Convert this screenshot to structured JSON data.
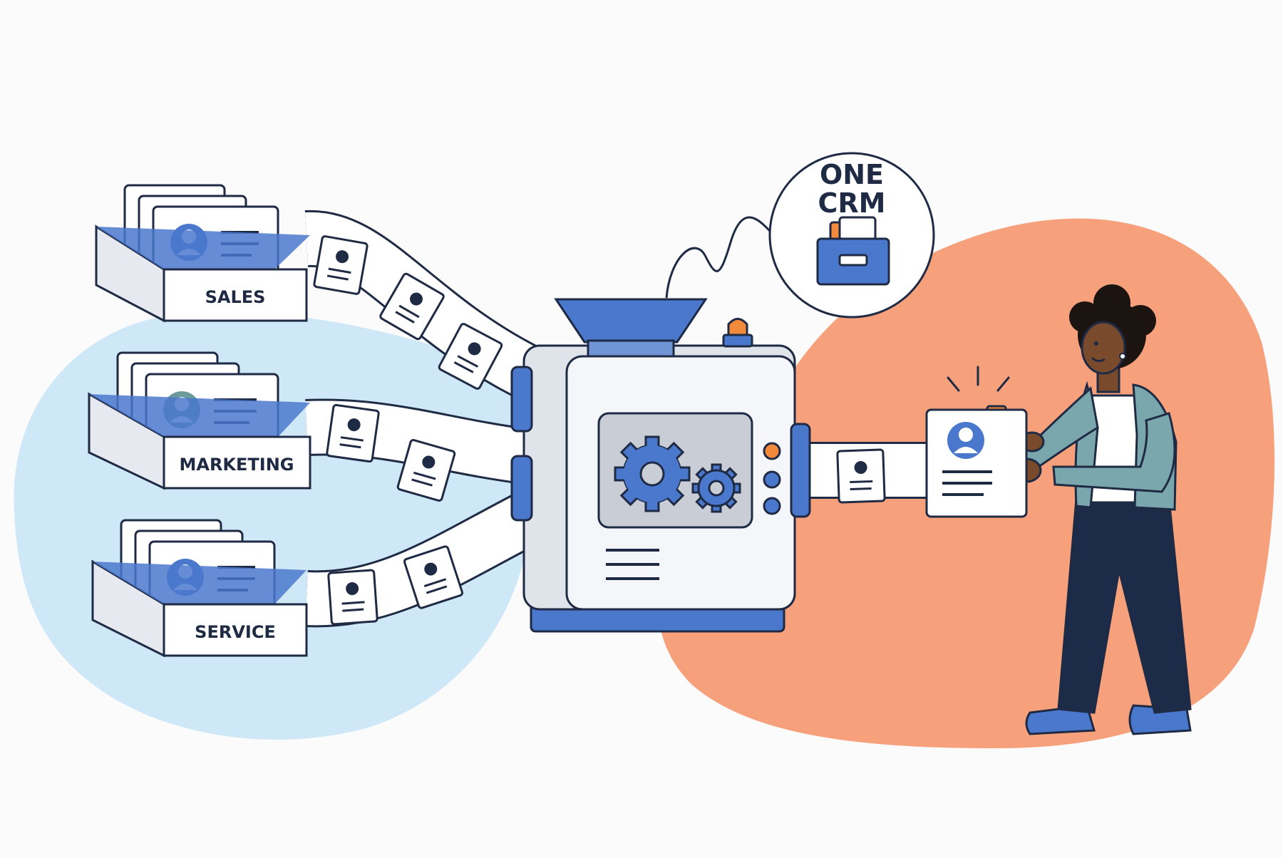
{
  "colors": {
    "background": "#fbfbfc",
    "blue_blob": "#cfe8f8",
    "orange_blob": "#f7a17c",
    "outline": "#1f2a44",
    "brand_blue": "#4a78cc",
    "accent_orange": "#f28a3c",
    "machine_body": "#eef1f6",
    "machine_panel": "#c9cdd6",
    "card": "#ffffff",
    "tray_side": "#e6e9ef",
    "jacket": "#7aa6ad",
    "pants": "#1c2b47",
    "skin": "#7a4a2c",
    "hair": "#1c1410"
  },
  "source_trays": [
    {
      "label": "SALES",
      "avatar_color": "#4a78cc"
    },
    {
      "label": "MARKETING",
      "avatar_color": "#6b9a9c"
    },
    {
      "label": "SERVICE",
      "avatar_color": "#4a78cc"
    }
  ],
  "destination": {
    "line1": "ONE",
    "line2": "CRM",
    "icon": "filing-drawer-icon"
  },
  "machine": {
    "icon": "gears-icon",
    "beacon": "warning-light-icon"
  },
  "person": {
    "holds": "contact-card-icon"
  }
}
